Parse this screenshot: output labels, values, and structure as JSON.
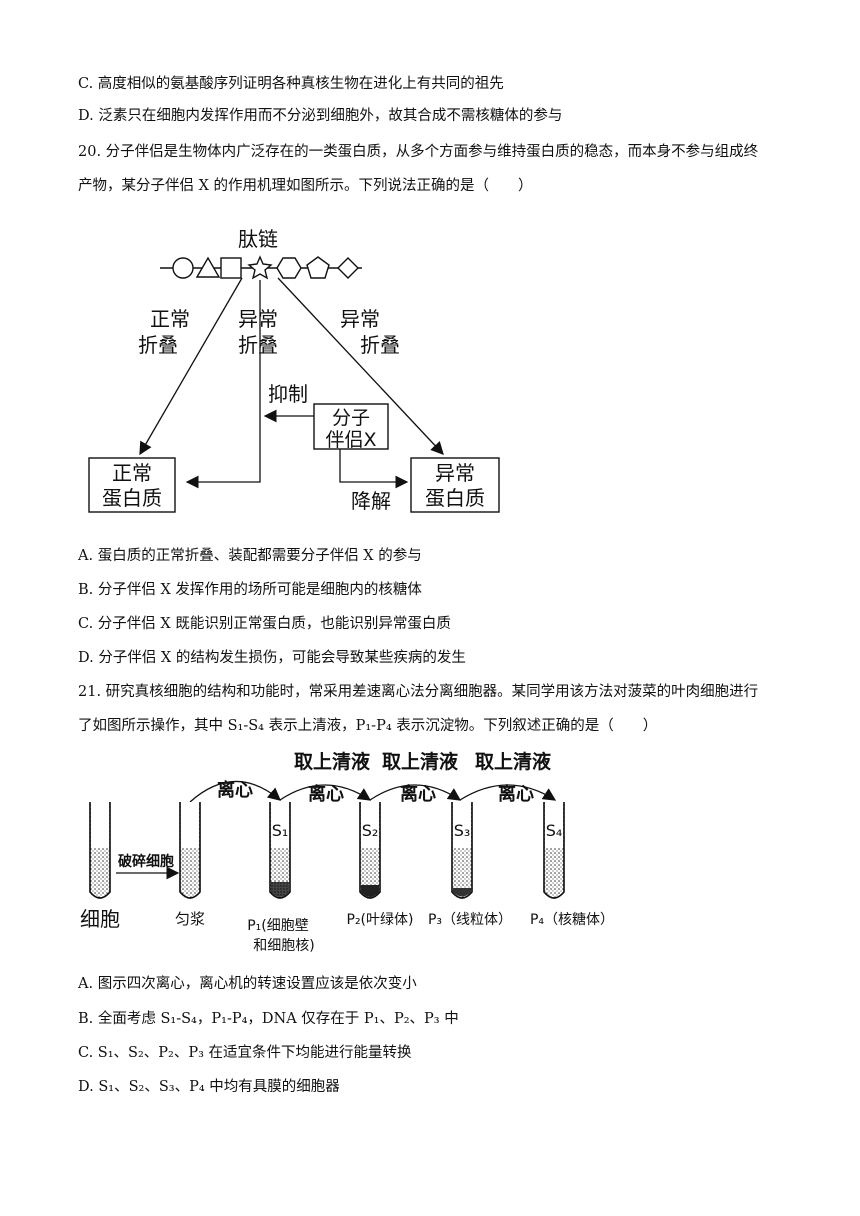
{
  "q19": {
    "optC": "C. 高度相似的氨基酸序列证明各种真核生物在进化上有共同的祖先",
    "optD": "D. 泛素只在细胞内发挥作用而不分泌到细胞外，故其合成不需核糖体的参与"
  },
  "q20": {
    "stem1": "20. 分子伴侣是生物体内广泛存在的一类蛋白质，从多个方面参与维持蛋白质的稳态，而本身不参与组成终",
    "stem2": "产物，某分子伴侣 X 的作用机理如图所示。下列说法正确的是（　　）",
    "figure": {
      "peptide_label": "肽链",
      "normal_fold_1": "正常",
      "normal_fold_2": "折叠",
      "abn_fold_a1": "异常",
      "abn_fold_a2": "折叠",
      "abn_fold_b1": "异常",
      "abn_fold_b2": "折叠",
      "inhibit": "抑制",
      "chaperone_1": "分子",
      "chaperone_2": "伴侣X",
      "normal_protein_1": "正常",
      "normal_protein_2": "蛋白质",
      "abn_protein_1": "异常",
      "abn_protein_2": "蛋白质",
      "degrade": "降解"
    },
    "optA": "A. 蛋白质的正常折叠、装配都需要分子伴侣 X 的参与",
    "optB": "B. 分子伴侣 X 发挥作用的场所可能是细胞内的核糖体",
    "optC": "C. 分子伴侣 X 既能识别正常蛋白质，也能识别异常蛋白质",
    "optD": "D. 分子伴侣 X 的结构发生损伤，可能会导致某些疾病的发生"
  },
  "q21": {
    "stem1": "21. 研究真核细胞的结构和功能时，常采用差速离心法分离细胞器。某同学用该方法对菠菜的叶肉细胞进行",
    "stem2": "了如图所示操作，其中 S₁-S₄ 表示上清液，P₁-P₄ 表示沉淀物。下列叙述正确的是（　　）",
    "figure": {
      "take_sup": "取上清液",
      "centrifuge": "离心",
      "crush": "破碎细胞",
      "cell": "细胞",
      "homogenate": "匀浆",
      "s1": "S₁",
      "s2": "S₂",
      "s3": "S₃",
      "s4": "S₄",
      "p1a": "P₁(细胞壁",
      "p1b": "和细胞核)",
      "p2": "P₂(叶绿体)",
      "p3": "P₃（线粒体）",
      "p4": "P₄（核糖体）"
    },
    "optA": "A. 图示四次离心，离心机的转速设置应该是依次变小",
    "optB": "B. 全面考虑 S₁-S₄，P₁-P₄，DNA 仅存在于 P₁、P₂、P₃ 中",
    "optC": "C. S₁、S₂、P₂、P₃ 在适宜条件下均能进行能量转换",
    "optD": "D. S₁、S₂、S₃、P₄ 中均有具膜的细胞器"
  }
}
